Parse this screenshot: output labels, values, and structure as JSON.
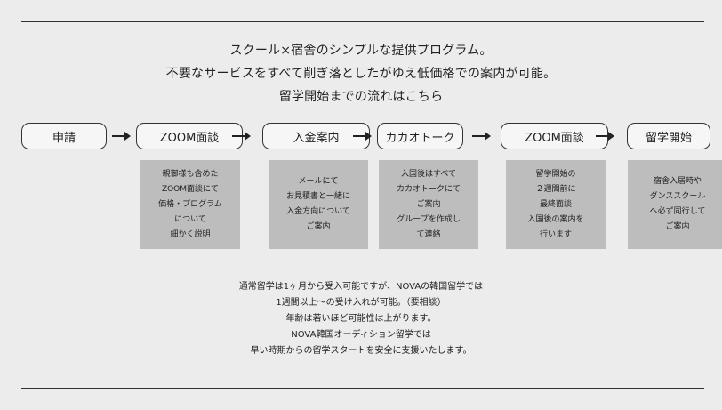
{
  "intro": [
    "スクール×宿舎のシンプルな提供プログラム。",
    "不要なサービスをすべて削ぎ落としたがゆえ低価格での案内が可能。",
    "留学開始までの流れはこちら"
  ],
  "steps": [
    {
      "label": "申請"
    },
    {
      "label": "ZOOM面談",
      "note": [
        "親御様も含めた",
        "ZOOM面談にて",
        "価格・プログラム",
        "について",
        "細かく説明"
      ]
    },
    {
      "label": "入金案内",
      "note": [
        "メールにて",
        "お見積書と一緒に",
        "入金方向について",
        "ご案内"
      ]
    },
    {
      "label": "カカオトーク",
      "note": [
        "入国後はすべて",
        "カカオトークにて",
        "ご案内",
        "グループを作成し",
        "て連絡"
      ]
    },
    {
      "label": "ZOOM面談",
      "note": [
        "留学開始の",
        "２週間前に",
        "最終面談",
        "入国後の案内を",
        "行います"
      ]
    },
    {
      "label": "留学開始",
      "note": [
        "宿舎入居時や",
        "ダンススクール",
        "へ必ず同行して",
        "ご案内"
      ]
    }
  ],
  "footer": [
    "通常留学は1ヶ月から受入可能ですが、NOVAの韓国留学では",
    "1週間以上〜の受け入れが可能。（要相談）",
    "年齢は若いほど可能性は上がります。",
    "NOVA韓国オーディション留学では",
    "早い時期からの留学スタートを安全に支援いたします。"
  ]
}
